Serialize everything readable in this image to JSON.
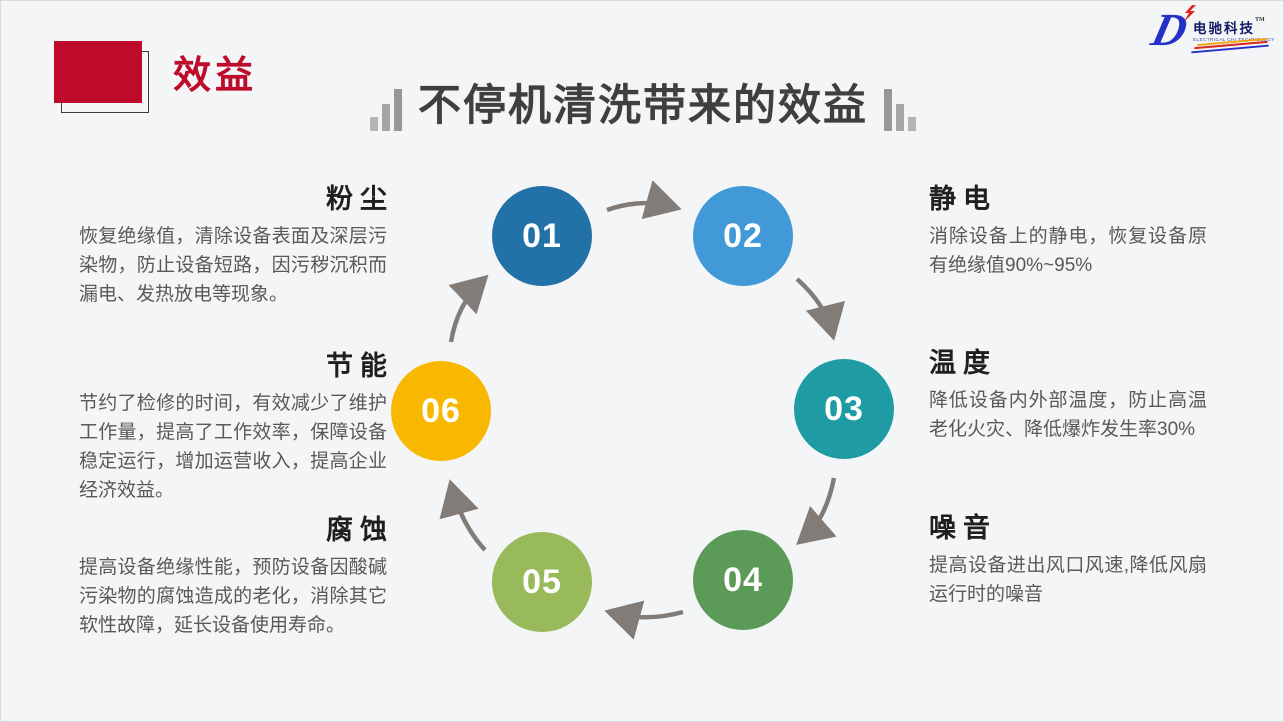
{
  "header": {
    "section_label": "效益",
    "accent_color": "#be0b2c"
  },
  "title": "不停机清洗带来的效益",
  "logo": {
    "brand": "电驰科技",
    "subtitle": "ELECTRICAL CHI TECHNOLOGY",
    "trademark": "TM"
  },
  "cycle": {
    "steps": [
      {
        "number": "01",
        "color": "#2372a7"
      },
      {
        "number": "02",
        "color": "#4199d8"
      },
      {
        "number": "03",
        "color": "#1f9ba4"
      },
      {
        "number": "04",
        "color": "#5b9b57"
      },
      {
        "number": "05",
        "color": "#99ba5b"
      },
      {
        "number": "06",
        "color": "#f9b800"
      }
    ]
  },
  "benefits": {
    "left": [
      {
        "title": "粉尘",
        "desc": "恢复绝缘值，清除设备表面及深层污染物，防止设备短路，因污秽沉积而漏电、发热放电等现象。"
      },
      {
        "title": "节能",
        "desc": "节约了检修的时间，有效减少了维护工作量，提高了工作效率，保障设备稳定运行，增加运营收入，提高企业经济效益。"
      },
      {
        "title": "腐蚀",
        "desc": "提高设备绝缘性能，预防设备因酸碱污染物的腐蚀造成的老化，消除其它软性故障，延长设备使用寿命。"
      }
    ],
    "right": [
      {
        "title": "静电",
        "desc": "消除设备上的静电，恢复设备原有绝缘值90%~95%"
      },
      {
        "title": "温度",
        "desc": "降低设备内外部温度，防止高温老化火灾、降低爆炸发生率30%"
      },
      {
        "title": "噪音",
        "desc": "提高设备进出风口风速,降低风扇运行时的噪音"
      }
    ]
  }
}
